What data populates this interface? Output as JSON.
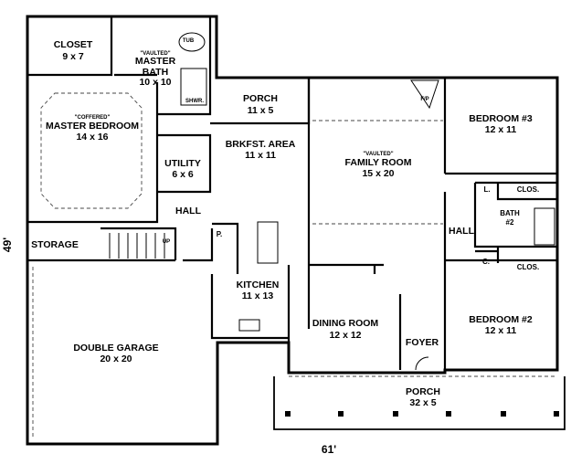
{
  "rooms": {
    "closet": {
      "name": "CLOSET",
      "size": "9 x 7"
    },
    "master_bath": {
      "note": "\"VAULTED\"",
      "name1": "MASTER",
      "name2": "BATH",
      "size": "10 x 10"
    },
    "tub": "TUB",
    "shower": "SHWR.",
    "master_bedroom": {
      "note": "\"COFFERED\"",
      "name": "MASTER BEDROOM",
      "size": "14 x 16"
    },
    "utility": {
      "name": "UTILITY",
      "size": "6 x 6"
    },
    "hall_left": "HALL",
    "storage": "STORAGE",
    "up": "UP",
    "double_garage": {
      "name": "DOUBLE GARAGE",
      "size": "20 x 20"
    },
    "porch_top": {
      "name": "PORCH",
      "size": "11 x 5"
    },
    "breakfast": {
      "name": "BRKFST. AREA",
      "size": "11 x 11"
    },
    "pantry": "P.",
    "kitchen": {
      "name": "KITCHEN",
      "size": "11 x 13"
    },
    "family_room": {
      "note": "\"VAULTED\"",
      "name": "FAMILY ROOM",
      "size": "15 x 20"
    },
    "fireplace": "F/P",
    "dining_room": {
      "name": "DINING ROOM",
      "size": "12 x 12"
    },
    "foyer": "FOYER",
    "porch_front": {
      "name": "PORCH",
      "size": "32 x 5"
    },
    "bedroom3": {
      "name": "BEDROOM #3",
      "size": "12 x 11"
    },
    "bedroom2": {
      "name": "BEDROOM #2",
      "size": "12 x 11"
    },
    "linen": "L.",
    "clos_top": "CLOS.",
    "clos_bottom": "CLOS.",
    "coat": "C.",
    "bath2": {
      "name": "BATH",
      "num": "#2"
    },
    "hall_right": "HALL"
  },
  "dimensions": {
    "width": "61'",
    "depth": "49'"
  },
  "colors": {
    "wall": "#000000",
    "background": "#ffffff"
  }
}
